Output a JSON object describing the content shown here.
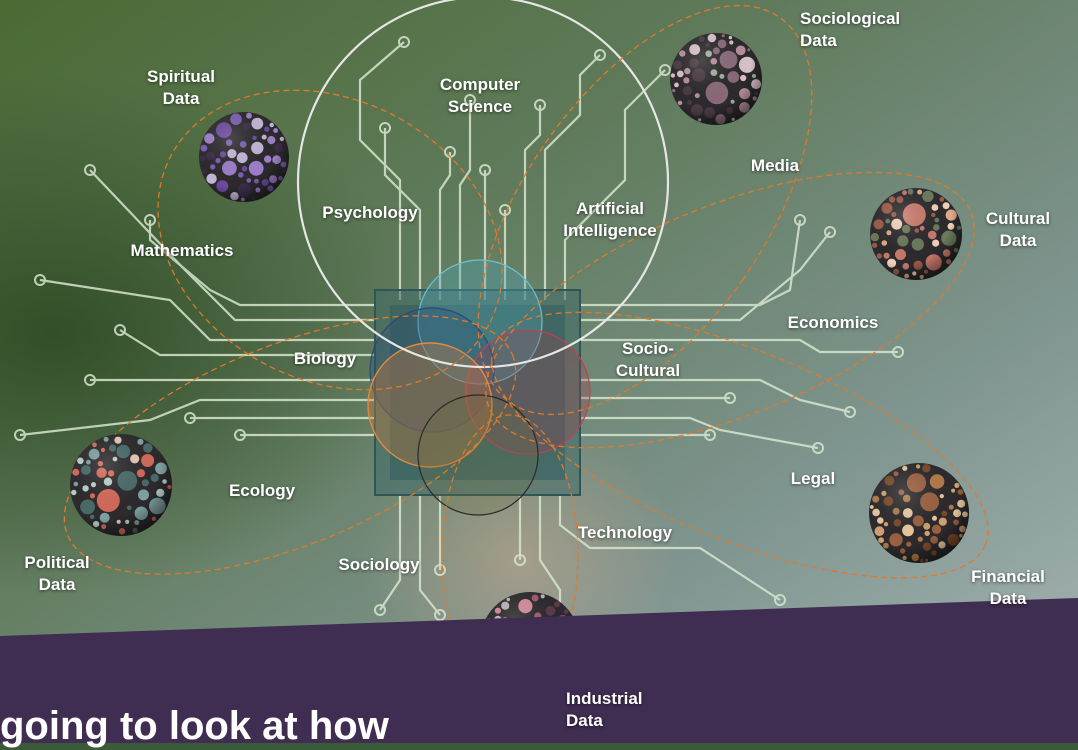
{
  "banner": {
    "text": "going to look at how",
    "color": "#3f2d52"
  },
  "colors": {
    "ellipse": "#e07a2a",
    "circuit": "#d7e6cf",
    "cs_circle": "#e6e6e6"
  },
  "labels": {
    "spiritual_data": [
      "Spiritual",
      "Data"
    ],
    "computer_science": [
      "Computer",
      "Science"
    ],
    "sociological_data": [
      "Sociological",
      "Data"
    ],
    "psychology": "Psychology",
    "artificial_intelligence": [
      "Artificial",
      "Intelligence"
    ],
    "media": "Media",
    "cultural_data": [
      "Cultural",
      "Data"
    ],
    "mathematics": "Mathematics",
    "economics": "Economics",
    "biology": "Biology",
    "socio_cultural": [
      "Socio-",
      "Cultural"
    ],
    "ecology": "Ecology",
    "legal": "Legal",
    "technology": "Technology",
    "political_data": [
      "Political",
      "Data"
    ],
    "sociology": "Sociology",
    "financial_data": [
      "Financial",
      "Data"
    ],
    "industrial_data": [
      "Industrial",
      "Data"
    ]
  },
  "spheres": [
    {
      "name": "spiritual-data-sphere",
      "palette": [
        "#6b4aa0",
        "#9d7fc9",
        "#c2b6d6",
        "#3a2d4a",
        "#7a5fb0"
      ]
    },
    {
      "name": "sociological-data-sphere",
      "palette": [
        "#b78f9c",
        "#8a6a7a",
        "#d8c1c8",
        "#4a3a45",
        "#a2b0a0"
      ]
    },
    {
      "name": "cultural-data-sphere",
      "palette": [
        "#c7796a",
        "#e0a88a",
        "#9b5a4a",
        "#f0d0b8",
        "#6a7a5a"
      ]
    },
    {
      "name": "political-data-sphere",
      "palette": [
        "#d46a5a",
        "#7fa0a0",
        "#e8c8b8",
        "#4a6a6a",
        "#b8d0c8"
      ]
    },
    {
      "name": "financial-data-sphere",
      "palette": [
        "#b07a4a",
        "#d0a070",
        "#7a4a2a",
        "#e8c8a0",
        "#9a6040"
      ]
    },
    {
      "name": "industrial-data-sphere",
      "palette": [
        "#a05a6a",
        "#d08a9a",
        "#5a3a4a",
        "#c0b0b8",
        "#7a4a5a"
      ]
    }
  ]
}
